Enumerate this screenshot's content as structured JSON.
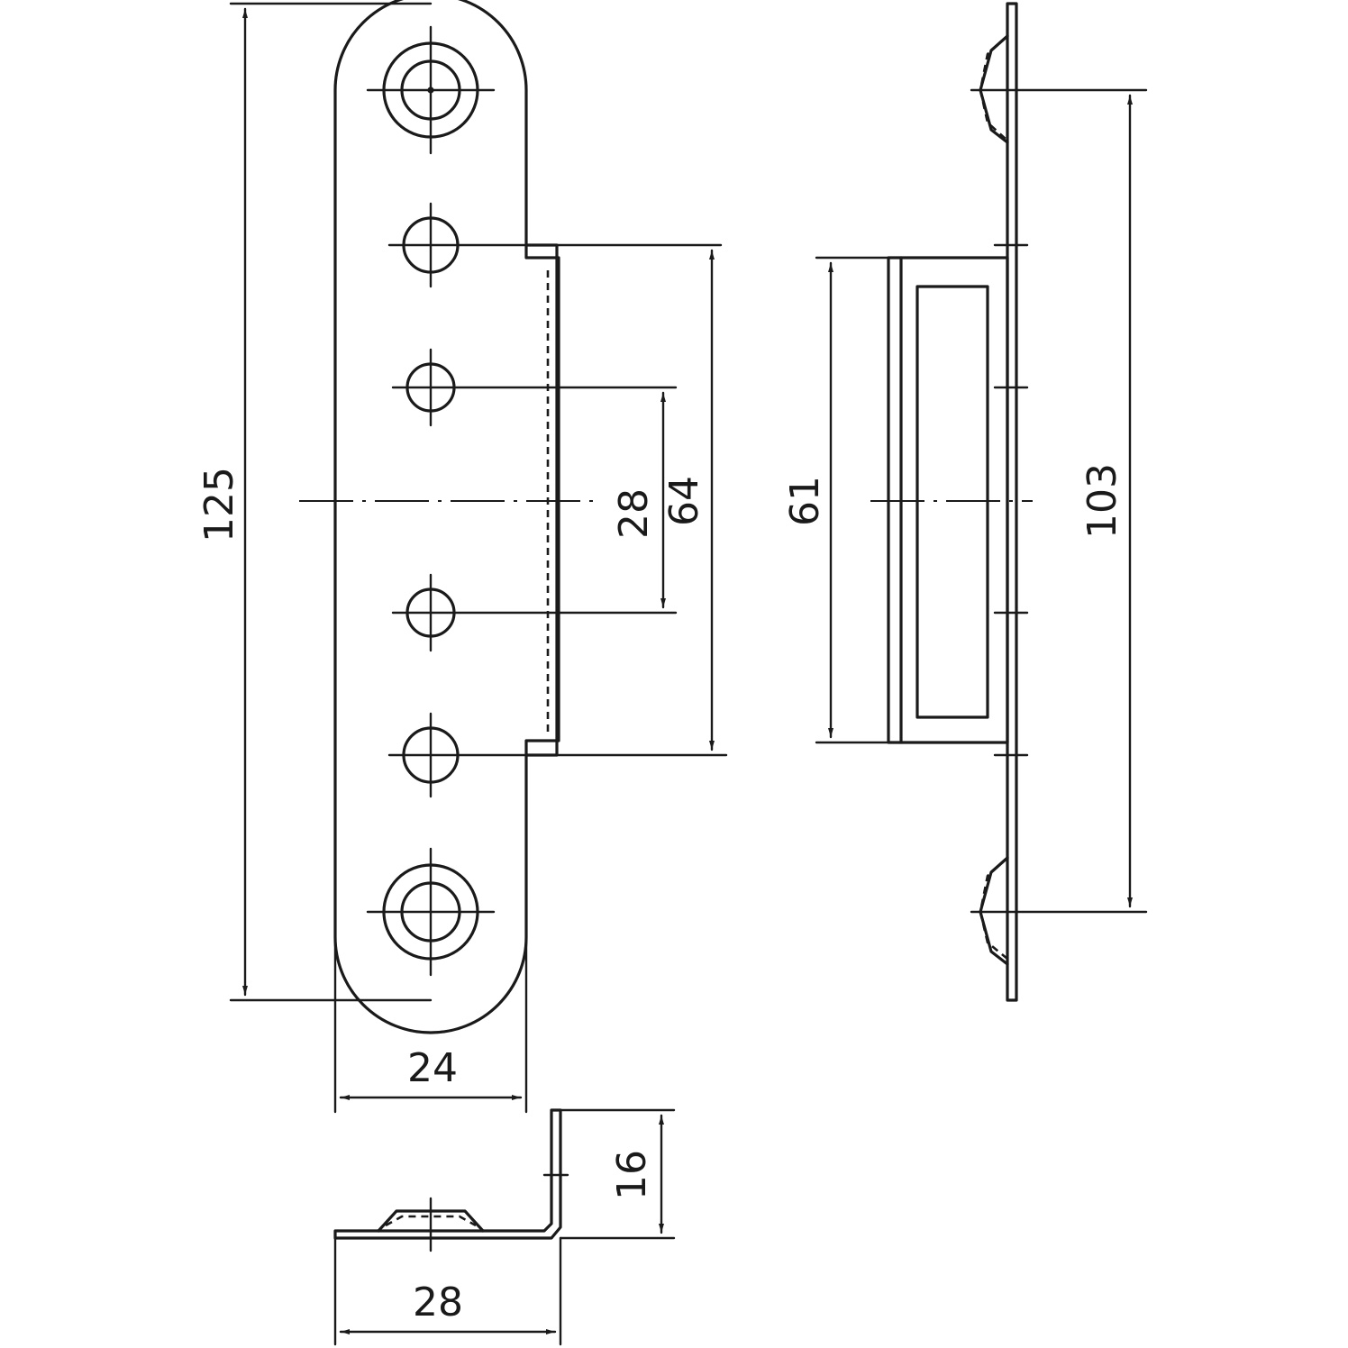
{
  "drawing": {
    "dimensions": {
      "total_height": "125",
      "width": "24",
      "hole_spacing": "28",
      "keeper_height": "64",
      "box_height": "61",
      "fixing_spacing": "103",
      "depth": "28",
      "flange_height": "16"
    }
  }
}
